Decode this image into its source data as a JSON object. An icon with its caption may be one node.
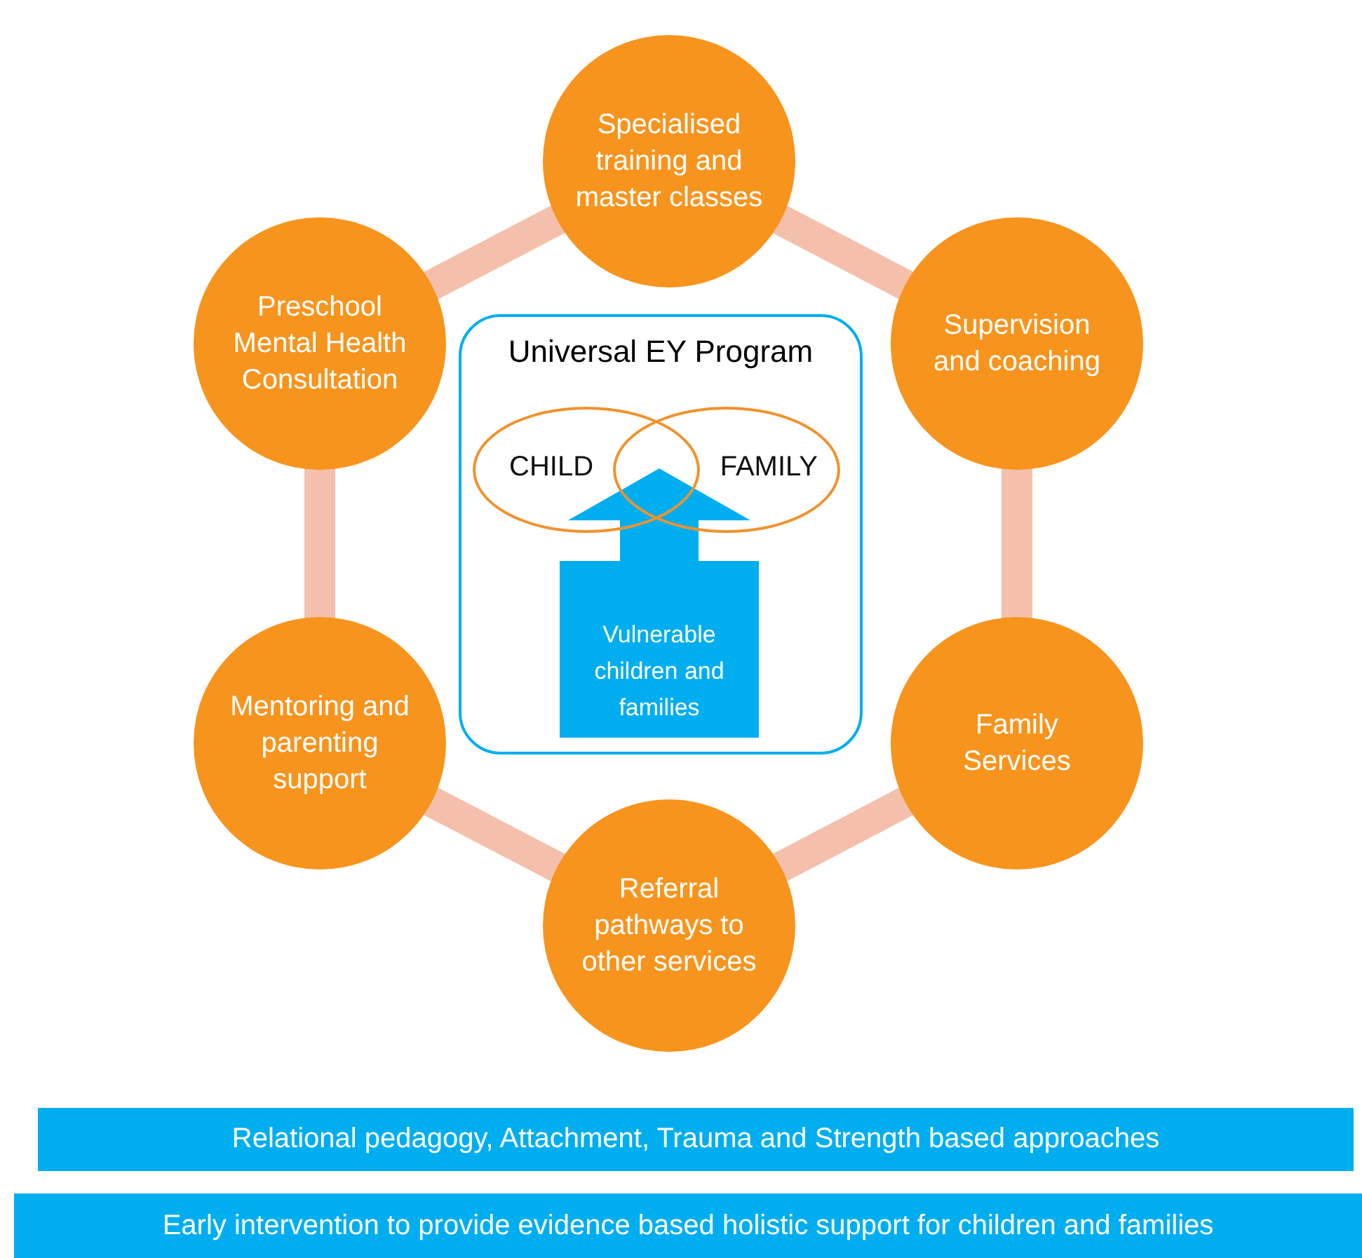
{
  "diagram": {
    "nodes": [
      {
        "text": [
          "Specialised training and master classes"
        ]
      },
      {
        "text": [
          "Supervision and coaching"
        ]
      },
      {
        "text": [
          "Family Services"
        ]
      },
      {
        "text": [
          "Referral pathways to other services"
        ]
      },
      {
        "text": [
          "Mentoring and parenting support"
        ]
      },
      {
        "text": [
          "Preschool Mental Health Consultation"
        ]
      },
      {
        "text": [
          "Universal EY Program"
        ]
      },
      {
        "text": [
          "CHILD"
        ],
        "in": 6
      },
      {
        "text": [
          "FAMILY"
        ],
        "in": 6
      },
      {
        "text": [
          "Vulnerable children and families"
        ],
        "in": 6
      },
      {
        "text": [
          "Relational pedagogy, Attachment, Trauma and Strength based approaches"
        ]
      },
      {
        "text": [
          "Early intervention to provide evidence based holistic support  for children and families"
        ]
      }
    ],
    "edges": [
      {
        "from": 0,
        "to": 1,
        "arrow": "none"
      },
      {
        "from": 1,
        "to": 2,
        "arrow": "none"
      },
      {
        "from": 2,
        "to": 3,
        "arrow": "none"
      },
      {
        "from": 3,
        "to": 4,
        "arrow": "none"
      },
      {
        "from": 4,
        "to": 5,
        "arrow": "none"
      },
      {
        "from": 5,
        "to": 0,
        "arrow": "none"
      }
    ]
  }
}
